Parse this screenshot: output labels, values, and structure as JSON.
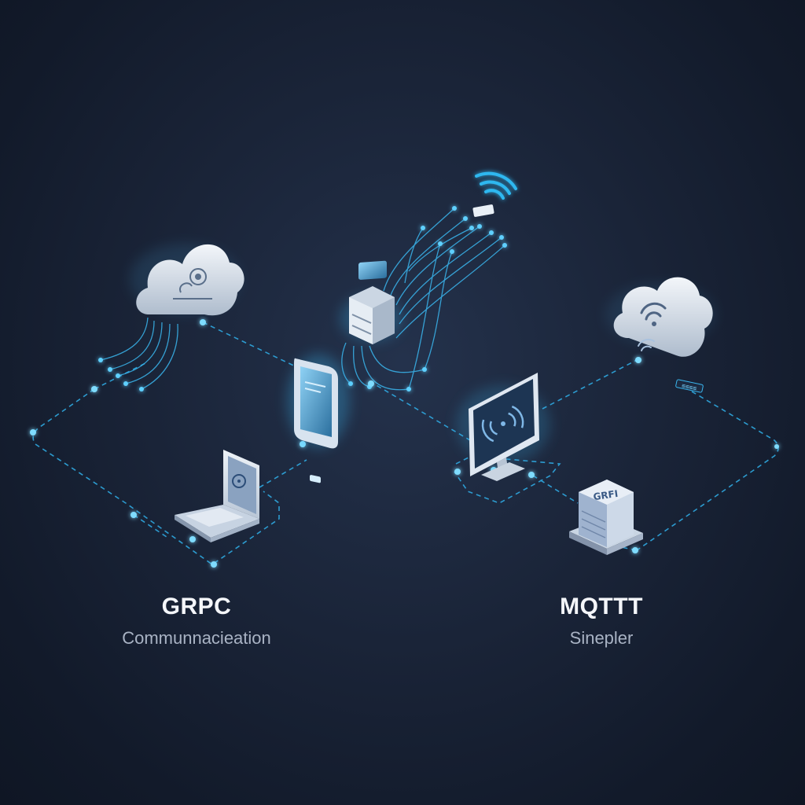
{
  "diagram": {
    "left_group": {
      "title": "GRPC",
      "subtitle": "Communnacieation"
    },
    "right_group": {
      "title": "MQTTT",
      "subtitle": "Sinepler"
    },
    "server_rack_label": "GRFI",
    "link_label": "≡≡≡≡",
    "icons": [
      "cloud-icon",
      "server-icon",
      "wifi-router-icon",
      "tablet-icon",
      "laptop-icon",
      "monitor-icon",
      "wifi-cloud-icon",
      "server-rack-icon"
    ]
  },
  "colors": {
    "background": "#1a2438",
    "glow": "#2fb8f0",
    "dashed_line": "#2fa8e0",
    "device_face": "#dfe8f2",
    "title_text": "#f4f6fa",
    "subtitle_text": "#a9b3c4"
  }
}
